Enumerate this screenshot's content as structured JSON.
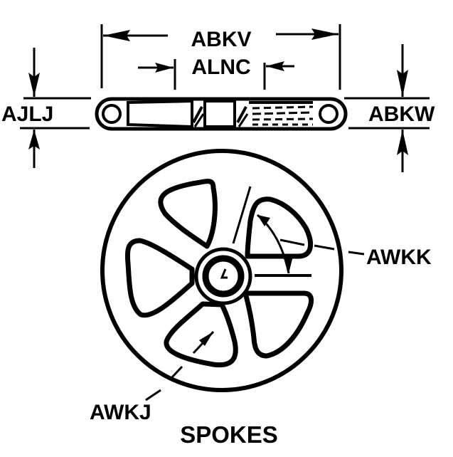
{
  "figure": {
    "title": "SPOKES",
    "colors": {
      "ink": "#000000",
      "paper": "#ffffff"
    }
  },
  "dimensions": {
    "abkv": "ABKV",
    "alnc": "ALNC",
    "ajlj": "AJLJ",
    "abkw": "ABKW",
    "awkk": "AWKK",
    "awkj": "AWKJ"
  }
}
